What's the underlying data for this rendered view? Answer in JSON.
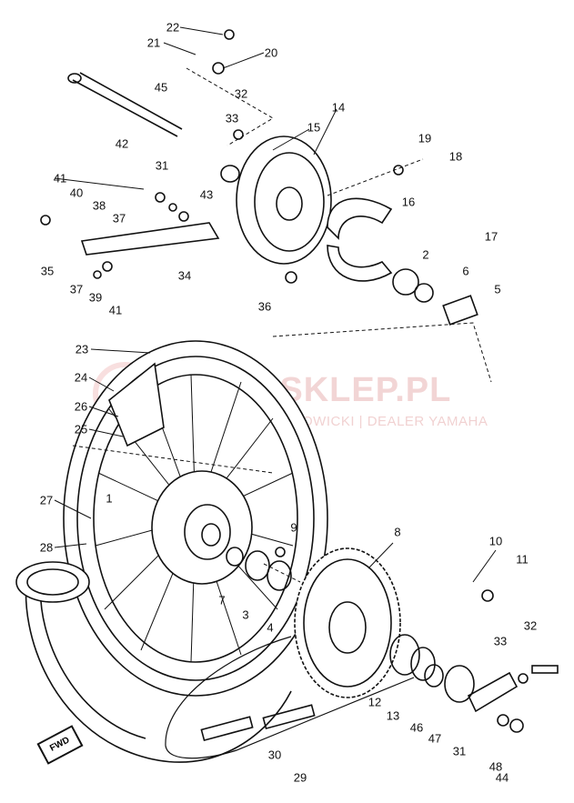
{
  "watermark": {
    "brand": "YAMASKLEP.PL",
    "tagline": "WOJCIECH NOWICKI | DEALER YAMAHA"
  },
  "arrow_label": "FWD",
  "labels": {
    "p1": "1",
    "p2": "2",
    "p3": "3",
    "p4": "4",
    "p5": "5",
    "p6": "6",
    "p7": "7",
    "p8": "8",
    "p9": "9",
    "p10": "10",
    "p11": "11",
    "p12": "12",
    "p13": "13",
    "p14": "14",
    "p15": "15",
    "p16": "16",
    "p17": "17",
    "p18": "18",
    "p19": "19",
    "p20": "20",
    "p21": "21",
    "p22": "22",
    "p23": "23",
    "p24": "24",
    "p25": "25",
    "p26": "26",
    "p27": "27",
    "p28": "28",
    "p29": "29",
    "p30": "30",
    "p31a": "31",
    "p31b": "31",
    "p32a": "32",
    "p32b": "32",
    "p33a": "33",
    "p33b": "33",
    "p34": "34",
    "p35": "35",
    "p36": "36",
    "p37a": "37",
    "p37b": "37",
    "p38": "38",
    "p39": "39",
    "p40": "40",
    "p41a": "41",
    "p41b": "41",
    "p42": "42",
    "p43": "43",
    "p44": "44",
    "p45": "45",
    "p46": "46",
    "p47": "47",
    "p48": "48"
  }
}
